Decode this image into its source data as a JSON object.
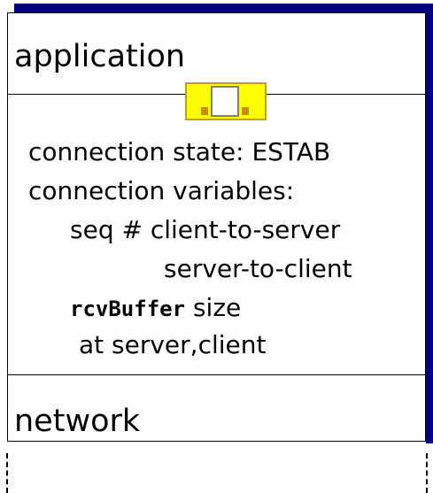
{
  "layers": {
    "application": "application",
    "network": "network"
  },
  "socket": {
    "icon": "socket-icon",
    "fill_color": "#ffff00"
  },
  "state": {
    "line1": "connection state: ESTAB",
    "line2": "connection variables:",
    "line3": "seq # client-to-server",
    "line4": "server-to-client",
    "line5_code": "rcvBuffer",
    "line5_text": "size",
    "line6": "at server,client"
  },
  "colors": {
    "shadow": "#000080",
    "socket": "#ffff00"
  }
}
